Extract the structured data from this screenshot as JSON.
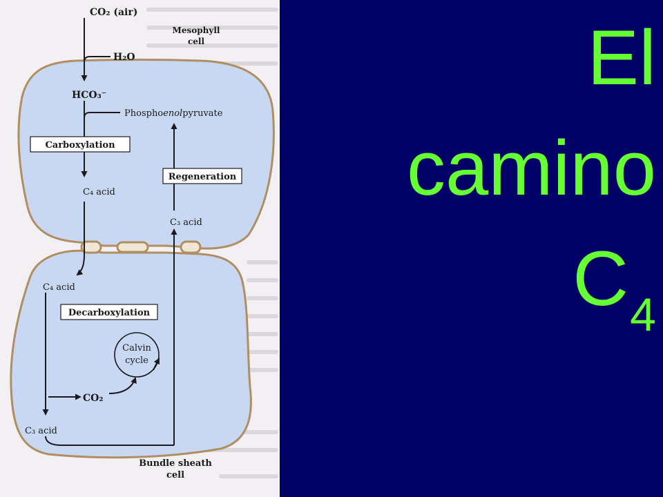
{
  "slide": {
    "title_line_1": "El",
    "title_line_2": "camino",
    "title_line_3_base": "C",
    "title_line_3_subscript": "4",
    "title_color": "#66ff33",
    "background_color": "#000066"
  },
  "figure": {
    "co2_air": "CO₂ (air)",
    "h2o": "H₂O",
    "hco3": "HCO₃⁻",
    "mesophyll_line_1": "Mesophyll",
    "mesophyll_line_2": "cell",
    "pep_prefix": "Phospho",
    "pep_italic": "enol",
    "pep_suffix": "pyruvate",
    "carboxylation": "Carboxylation",
    "regeneration": "Regeneration",
    "c4_acid_top": "C₄ acid",
    "c3_acid_top": "C₃ acid",
    "c4_acid_bottom": "C₄ acid",
    "decarboxylation": "Decarboxylation",
    "calvin_line_1": "Calvin",
    "calvin_line_2": "cycle",
    "co2_released": "CO₂",
    "c3_acid_bottom": "C₃ acid",
    "bundle_line_1": "Bundle sheath",
    "bundle_line_2": "cell",
    "cell_fill_color": "#c8d8f2",
    "membrane_color": "#b08e62"
  }
}
